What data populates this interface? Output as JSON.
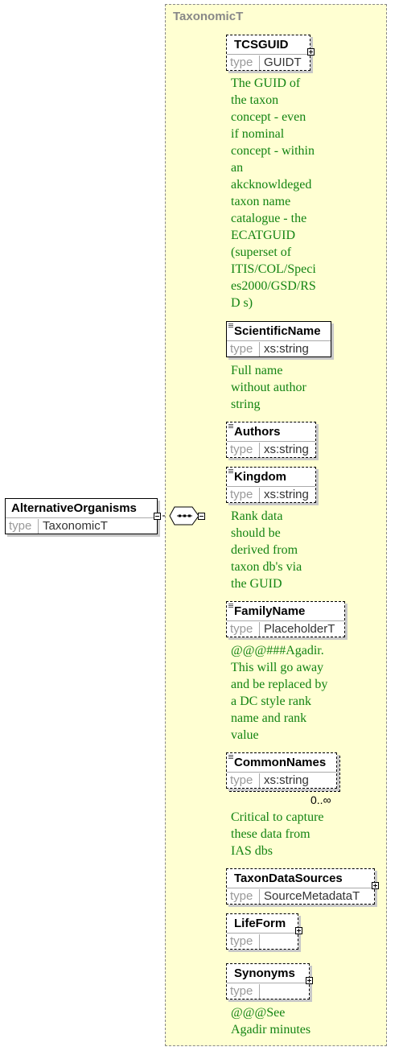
{
  "group": {
    "title": "TaxonomicT"
  },
  "root": {
    "name": "AlternativeOrganisms",
    "type_label": "type",
    "type": "TaxonomicT"
  },
  "elements": [
    {
      "name": "TCSGUID",
      "type_label": "type",
      "type": "GUIDT",
      "optional": true,
      "expandable": true,
      "doc": "The GUID of\nthe taxon\nconcept - even\nif nominal\nconcept - within\nan\nakcknowldeged\ntaxon name\ncatalogue - the\nECATGUID\n(superset of\nITIS/COL/Speci\nes2000/GSD/RS\nD s)"
    },
    {
      "name": "ScientificName",
      "type_label": "type",
      "type": "xs:string",
      "optional": false,
      "expandable": false,
      "doc": "Full name\nwithout author\nstring"
    },
    {
      "name": "Authors",
      "type_label": "type",
      "type": "xs:string",
      "optional": true,
      "expandable": false,
      "doc": ""
    },
    {
      "name": "Kingdom",
      "type_label": "type",
      "type": "xs:string",
      "optional": true,
      "expandable": false,
      "doc": "Rank data\nshould be\nderived from\ntaxon db's via\nthe GUID"
    },
    {
      "name": "FamilyName",
      "type_label": "type",
      "type": "PlaceholderT",
      "optional": true,
      "expandable": false,
      "doc": "@@@###Agadir.\nThis will go away\nand be replaced by\na DC style rank\nname and rank\nvalue"
    },
    {
      "name": "CommonNames",
      "type_label": "type",
      "type": "xs:string",
      "optional": true,
      "expandable": false,
      "cardinality": "0..∞",
      "doc": "Critical to capture\nthese data from\nIAS dbs"
    },
    {
      "name": "TaxonDataSources",
      "type_label": "type",
      "type": "SourceMetadataT",
      "optional": true,
      "expandable": true,
      "doc": ""
    },
    {
      "name": "LifeForm",
      "type_label": "type",
      "type": "",
      "optional": true,
      "expandable": true,
      "doc": ""
    },
    {
      "name": "Synonyms",
      "type_label": "type",
      "type": "",
      "optional": true,
      "expandable": true,
      "doc": "@@@See\nAgadir minutes"
    }
  ]
}
